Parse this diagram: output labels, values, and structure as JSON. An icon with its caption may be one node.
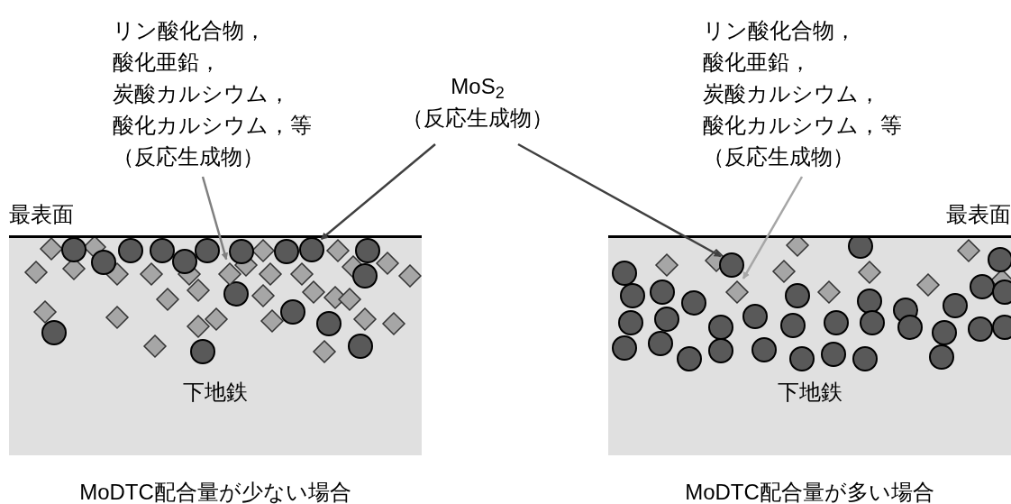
{
  "diagram": {
    "nodes": [
      {
        "text": [
          "リン酸化合物，酸化亜鉛，炭酸カルシウム，酸化カルシウム，等",
          "（反応生成物）"
        ]
      },
      {
        "text": [
          "MoS$_{2}$",
          "（反応生成物）"
        ]
      },
      {
        "text": [
          "リン酸化合物，酸化亜鉛，炭酸カルシウム，酸化カルシウム，等",
          "（反応生成物）"
        ]
      },
      {
        "text": [
          "最表面",
          "下地鉄"
        ],
        "beside": [
          "MoDTC配合量が少ない場合"
        ]
      },
      {
        "text": [
          "最表面",
          "下地鉄"
        ],
        "beside": [
          "MoDTC配合量が多い場合"
        ]
      },
      {
        "text": [],
        "shape": "diamond",
        "in": 3
      },
      {
        "text": [],
        "shape": "circle",
        "in": 3
      },
      {
        "text": [],
        "shape": "circle",
        "in": 4
      },
      {
        "text": [],
        "shape": "diamond",
        "in": 4
      }
    ],
    "edges": [
      {
        "from": 0,
        "to": 5,
        "arrow": "to",
        "color": "#808080"
      },
      {
        "from": 1,
        "to": 6,
        "arrow": "to"
      },
      {
        "from": 1,
        "to": 7,
        "arrow": "to"
      },
      {
        "from": 2,
        "to": 8,
        "arrow": "to",
        "color": "#a6a6a6"
      }
    ]
  }
}
